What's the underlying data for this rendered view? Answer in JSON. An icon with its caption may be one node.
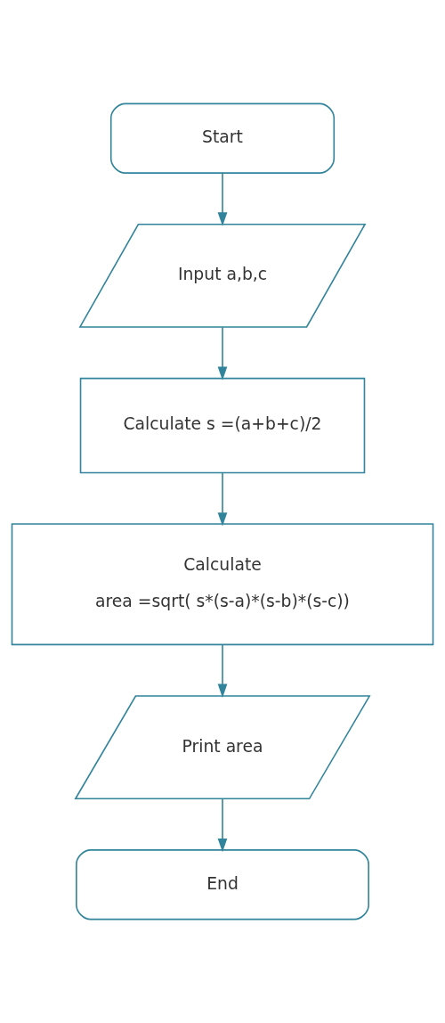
{
  "diagram": {
    "nodes": [
      {
        "text": [
          "Start"
        ]
      },
      {
        "text": [
          "Input a,b,c"
        ]
      },
      {
        "text": [
          "Calculate s =(a+b+c)/2"
        ]
      },
      {
        "text": [
          "Calculate",
          "area =sqrt( s*(s-a)*(s-b)*(s-c))"
        ]
      },
      {
        "text": [
          "Print area"
        ]
      },
      {
        "text": [
          "End"
        ]
      }
    ],
    "edges": [
      {
        "from": 0,
        "to": 1,
        "arrow": "to"
      },
      {
        "from": 1,
        "to": 2,
        "arrow": "to"
      },
      {
        "from": 2,
        "to": 3,
        "arrow": "to"
      },
      {
        "from": 3,
        "to": 4,
        "arrow": "to"
      },
      {
        "from": 4,
        "to": 5,
        "arrow": "to"
      }
    ]
  }
}
